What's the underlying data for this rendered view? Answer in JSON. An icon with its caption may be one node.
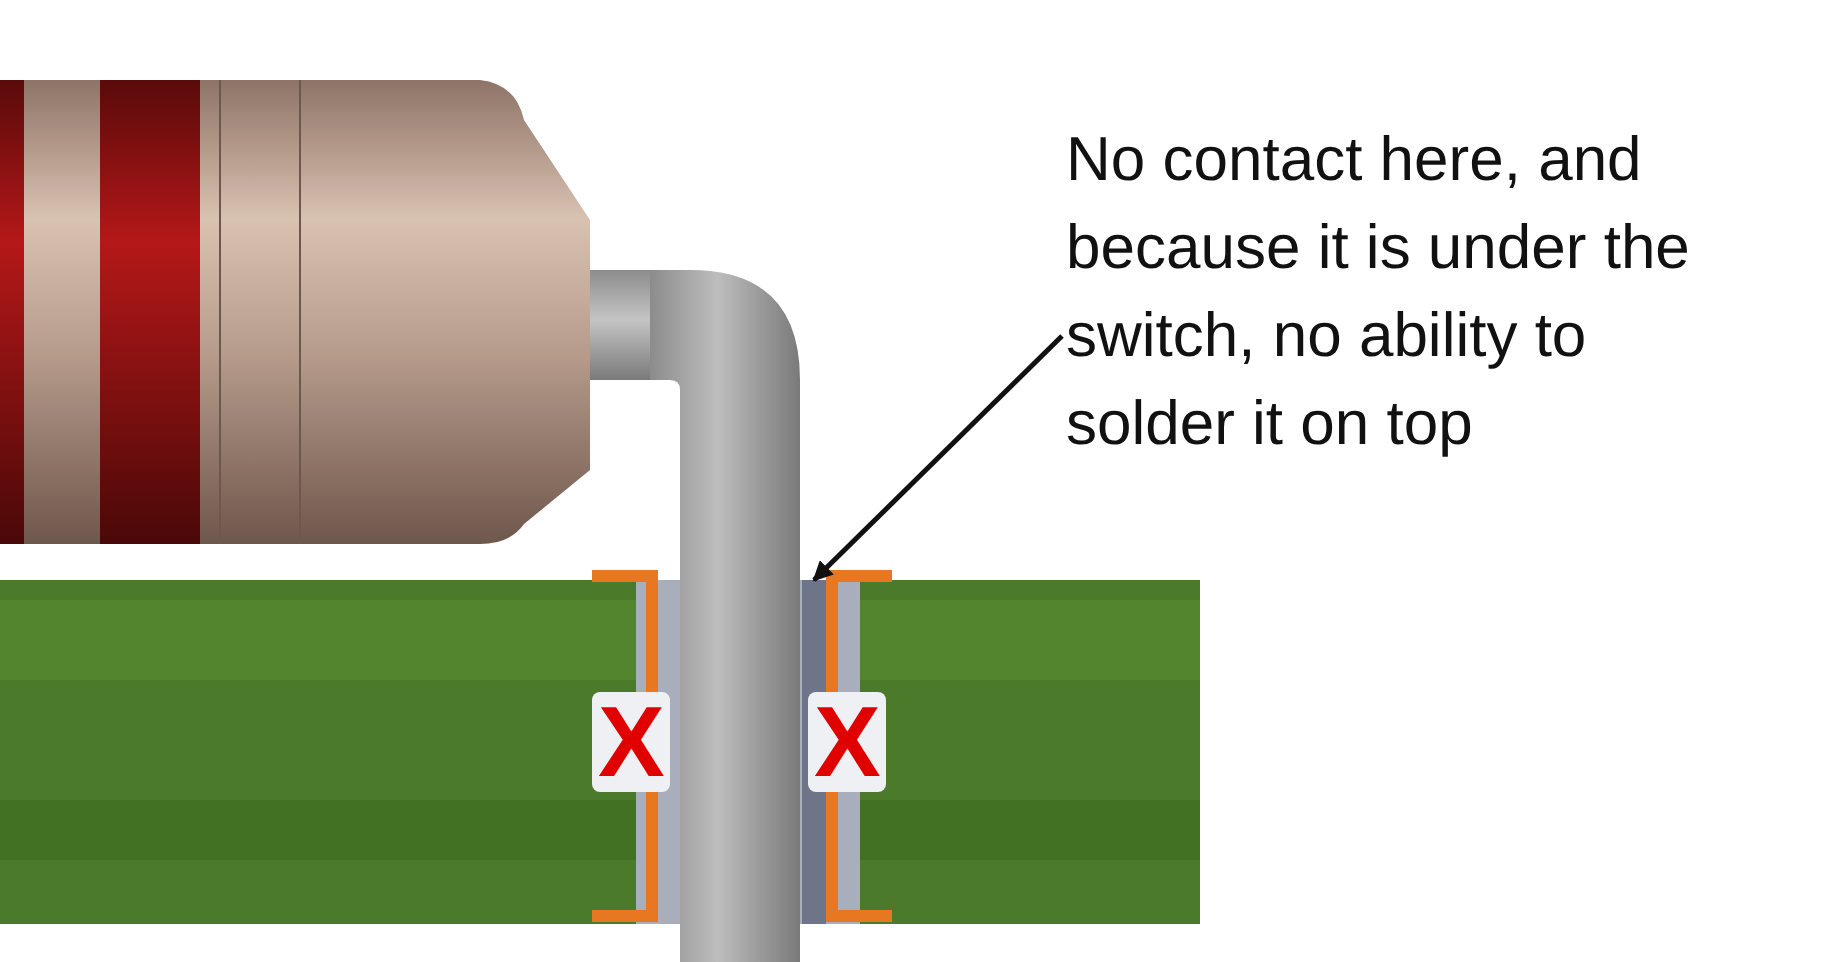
{
  "diagram": {
    "nodes": [
      {
        "text": [
          "No contact here, and because it is under the switch, no ability to solder it on top"
        ]
      },
      {
        "text": [],
        "shape": "box"
      }
    ],
    "edges": [
      {
        "from": 0,
        "to": 1,
        "arrow": "to"
      }
    ],
    "labels": [
      "X",
      "X"
    ]
  }
}
